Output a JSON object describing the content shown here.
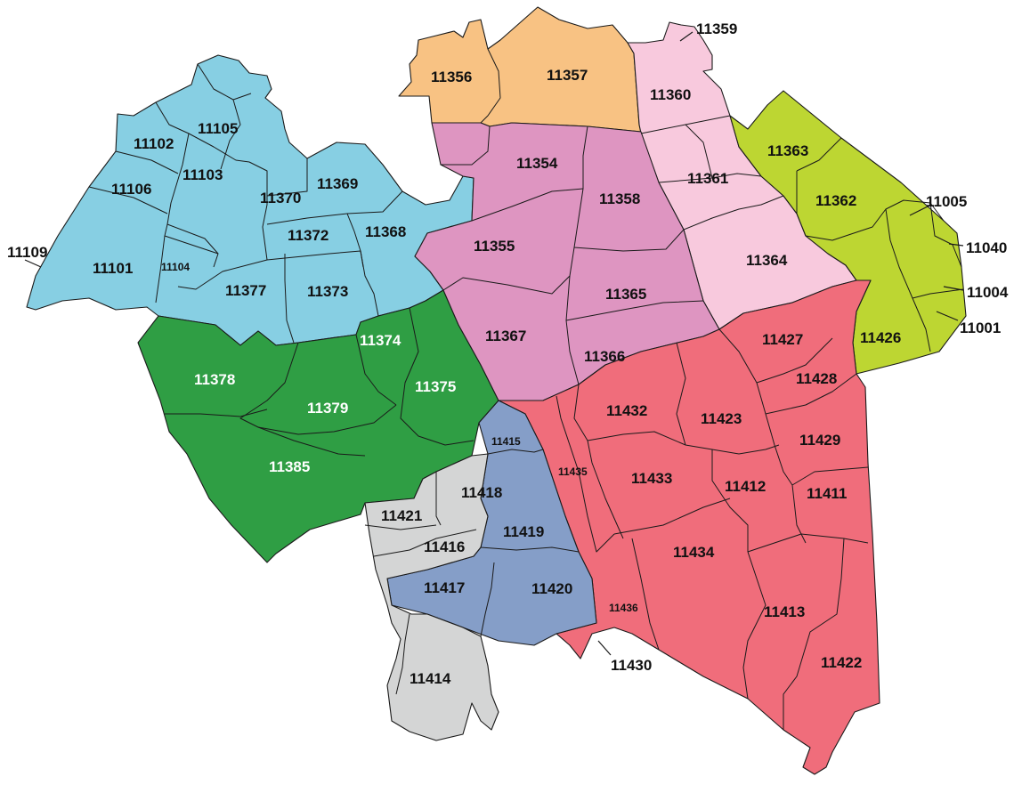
{
  "map": {
    "regions": [
      {
        "id": "northwest",
        "color": "#87cfe3",
        "zips": [
          "11105",
          "11102",
          "11103",
          "11106",
          "11109",
          "11101",
          "11104",
          "11370",
          "11369",
          "11372",
          "11368",
          "11377",
          "11373"
        ]
      },
      {
        "id": "west",
        "color": "#2f9e44",
        "zips": [
          "11374",
          "11378",
          "11379",
          "11375",
          "11385"
        ]
      },
      {
        "id": "north",
        "color": "#f8c283",
        "zips": [
          "11356",
          "11357"
        ]
      },
      {
        "id": "northeast",
        "color": "#f8c9dd",
        "zips": [
          "11359",
          "11360",
          "11361",
          "11364"
        ]
      },
      {
        "id": "central",
        "color": "#de95c1",
        "zips": [
          "11354",
          "11358",
          "11355",
          "11365",
          "11367",
          "11366"
        ]
      },
      {
        "id": "east",
        "color": "#bdd632",
        "zips": [
          "11363",
          "11362",
          "11005",
          "11040",
          "11004",
          "11426",
          "11001"
        ]
      },
      {
        "id": "southeast",
        "color": "#f06d7b",
        "zips": [
          "11427",
          "11428",
          "11432",
          "11423",
          "11429",
          "11435",
          "11433",
          "11412",
          "11411",
          "11434",
          "11413",
          "11422",
          "11436",
          "11430"
        ]
      },
      {
        "id": "south-blue",
        "color": "#859ec8",
        "zips": [
          "11415",
          "11419",
          "11417",
          "11420"
        ]
      },
      {
        "id": "south-gray",
        "color": "#d4d5d5",
        "zips": [
          "11418",
          "11421",
          "11416",
          "11414"
        ]
      }
    ],
    "white_label_zips": [
      "11374",
      "11378",
      "11379",
      "11375",
      "11385"
    ],
    "label_color_dark": "#111111",
    "label_color_light": "#ffffff"
  }
}
